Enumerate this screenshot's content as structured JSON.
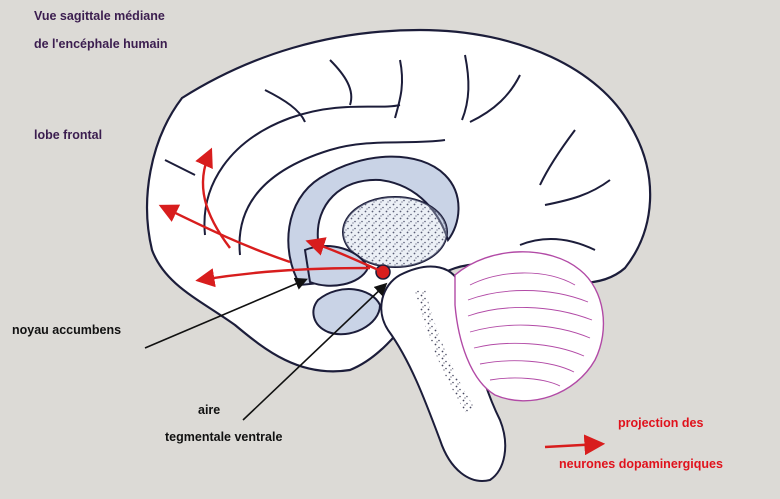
{
  "colors": {
    "background": "#dcdad6",
    "brain_fill": "#ffffff",
    "outline": "#1c1d3a",
    "limbic_fill": "#c9d3e6",
    "dopamine_arrow": "#d81d1d",
    "title_text": "#3b1d4f",
    "label_text": "#111111",
    "legend_text": "#e0121c",
    "cerebellum_line": "#b24aa6"
  },
  "title": {
    "line1": "Vue sagittale médiane",
    "line2": "de l'encéphale humain"
  },
  "labels": {
    "frontal_lobe": "lobe frontal",
    "nucleus_accumbens": "noyau accumbens",
    "vta_line1": "aire",
    "vta_line2": "tegmentale ventrale"
  },
  "legend": {
    "line1": "projection des",
    "line2": "neurones dopaminergiques",
    "arrow_icon": "red-arrow-icon"
  }
}
